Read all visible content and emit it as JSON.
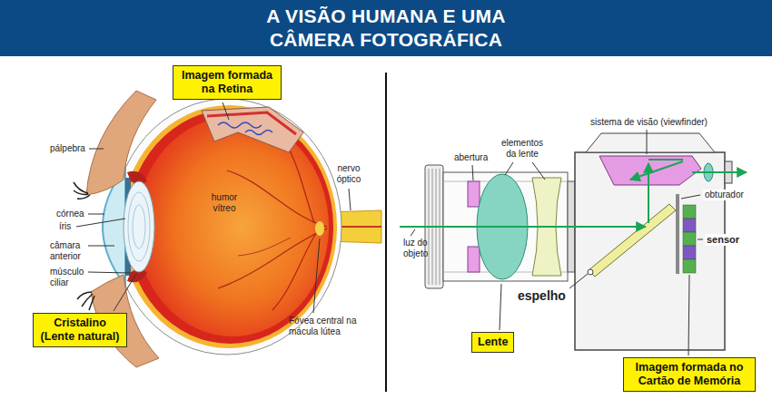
{
  "diagram": {
    "title": "A VISÃO HUMANA E UMA CÂMERA FOTOGRÁFICA",
    "nodes": [
      {
        "text": [
          "Imagem formada na Retina"
        ]
      },
      {
        "text": [
          "Cristalino (Lente natural)"
        ]
      },
      {
        "text": [
          "Lente"
        ]
      },
      {
        "text": [
          "Imagem formada no Cartão de Memória"
        ]
      }
    ],
    "labels": [
      "pálpebra",
      "córnea",
      "íris",
      "câmara anterior",
      "músculo ciliar",
      "humor vítreo",
      "nervo óptico",
      "Fóvea central na mácula lútea",
      "sistema de visão (viewfinder)",
      "abertura",
      "elementos da lente",
      "luz do objeto",
      "espelho",
      "obturador",
      "sensor"
    ]
  }
}
